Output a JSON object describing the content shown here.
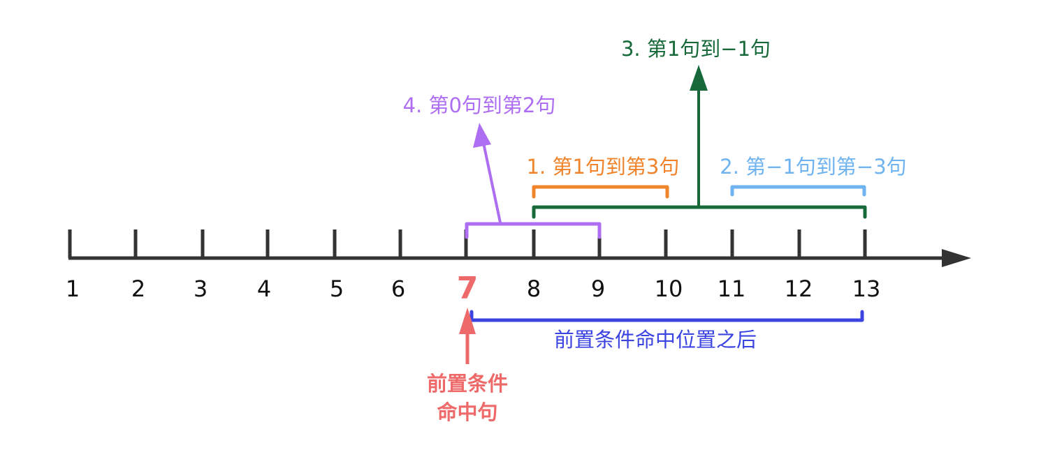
{
  "axis": {
    "ticks": [
      "1",
      "2",
      "3",
      "4",
      "5",
      "6",
      "7",
      "8",
      "9",
      "10",
      "11",
      "12",
      "13"
    ],
    "highlight_tick": "7"
  },
  "ranges": {
    "r1": {
      "label": "1. 第1句到第3句",
      "from": "8",
      "to": "10",
      "color": "#f0842c"
    },
    "r2": {
      "label": "2. 第−1句到第−3句",
      "from": "11",
      "to": "13",
      "color": "#6fb3f0"
    },
    "r3": {
      "label": "3. 第1句到−1句",
      "from": "8",
      "to": "13",
      "color": "#17693a"
    },
    "r4": {
      "label": "4. 第0句到第2句",
      "from": "7",
      "to": "9",
      "color": "#ad6ef2"
    },
    "after": {
      "label": "前置条件命中位置之后",
      "from": "7",
      "to": "13",
      "color": "#3b44e0"
    }
  },
  "hit": {
    "line1": "前置条件",
    "line2": "命中句",
    "color": "#ee6a6a"
  },
  "colors": {
    "axis": "#333333"
  }
}
